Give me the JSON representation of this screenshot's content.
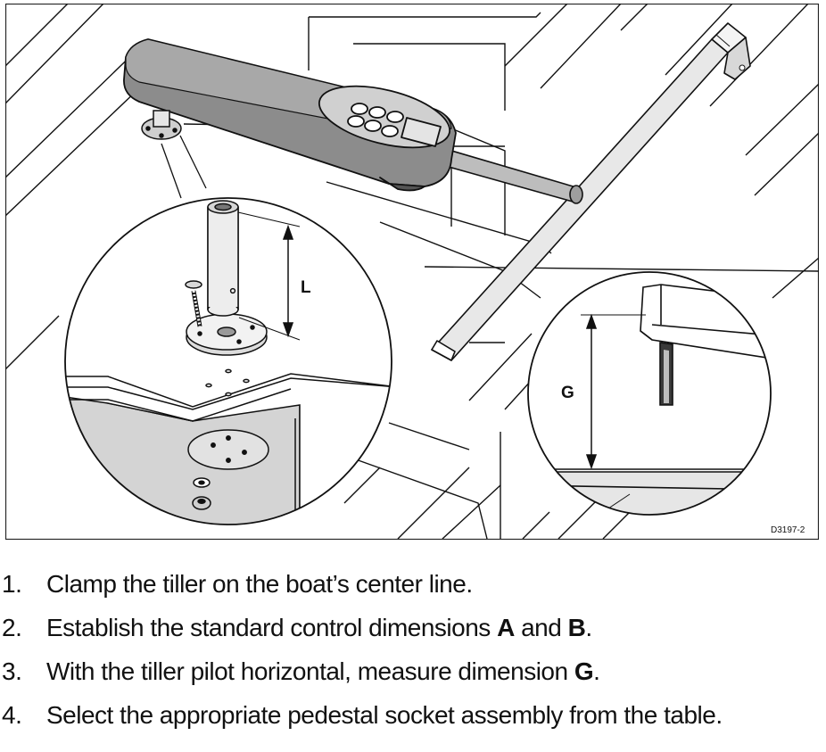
{
  "figure": {
    "code": "D3197-2",
    "dimension_labels": {
      "l": "L",
      "g": "G"
    }
  },
  "steps": [
    {
      "number": "1.",
      "text": "Clamp the tiller on the boat’s center line."
    },
    {
      "number": "2.",
      "text": "Establish the standard control dimensions ",
      "bold_1": "A",
      "mid": " and ",
      "bold_2": "B",
      "end": "."
    },
    {
      "number": "3.",
      "text": "With the tiller pilot horizontal, measure dimension ",
      "bold_1": "G",
      "end": "."
    },
    {
      "number": "4.",
      "text": "Select the appropriate pedestal socket assembly from the table."
    }
  ]
}
